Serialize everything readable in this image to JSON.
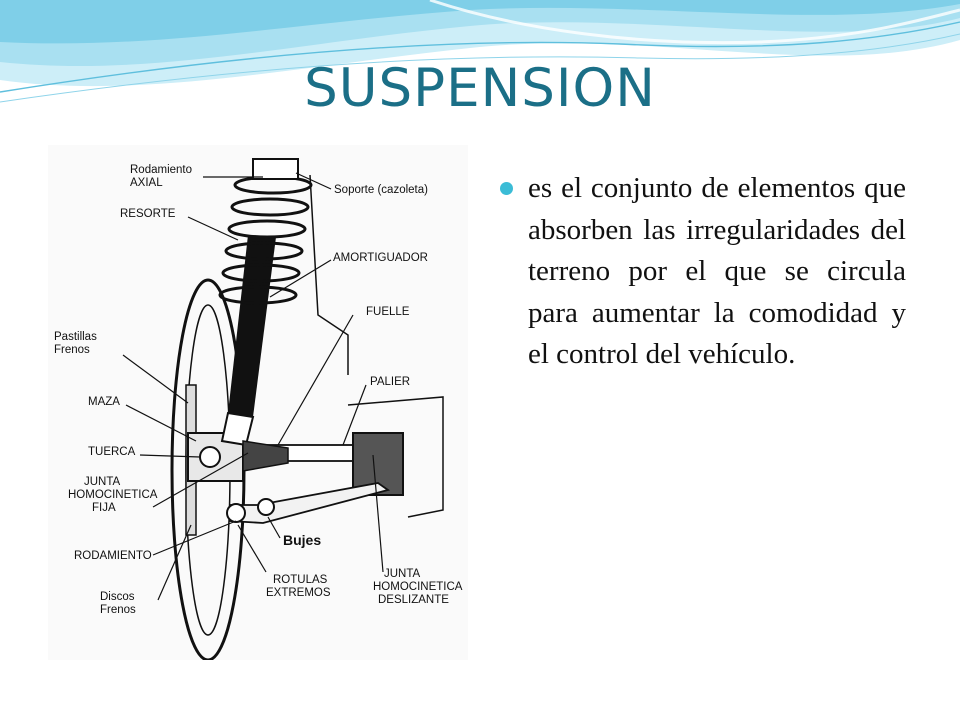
{
  "slide": {
    "title": "SUSPENSION",
    "bullet": "es el conjunto de elementos que absorben las irregularidades del terreno por el que se circula para aumentar la comodidad y el control del vehículo."
  },
  "diagram": {
    "rodamiento_axial_1": "Rodamiento",
    "rodamiento_axial_2": "AXIAL",
    "soporte": "Soporte (cazoleta)",
    "resorte": "RESORTE",
    "amortiguador": "AMORTIGUADOR",
    "fuelle": "FUELLE",
    "pastillas_1": "Pastillas",
    "pastillas_2": "Frenos",
    "palier": "PALIER",
    "maza": "MAZA",
    "tuerca": "TUERCA",
    "junta_fija_1": "JUNTA",
    "junta_fija_2": "HOMOCINETICA",
    "junta_fija_3": "FIJA",
    "rodamiento": "RODAMIENTO",
    "bujes": "Bujes",
    "discos_1": "Discos",
    "discos_2": "Frenos",
    "rotulas_1": "ROTULAS",
    "rotulas_2": "EXTREMOS",
    "junta_desl_1": "JUNTA",
    "junta_desl_2": "HOMOCINETICA",
    "junta_desl_3": "DESLIZANTE"
  },
  "colors": {
    "title": "#1b6f87",
    "bullet_dot": "#3bbcd6",
    "wave_light": "#d6f0f8",
    "wave_mid": "#9fdcef"
  }
}
